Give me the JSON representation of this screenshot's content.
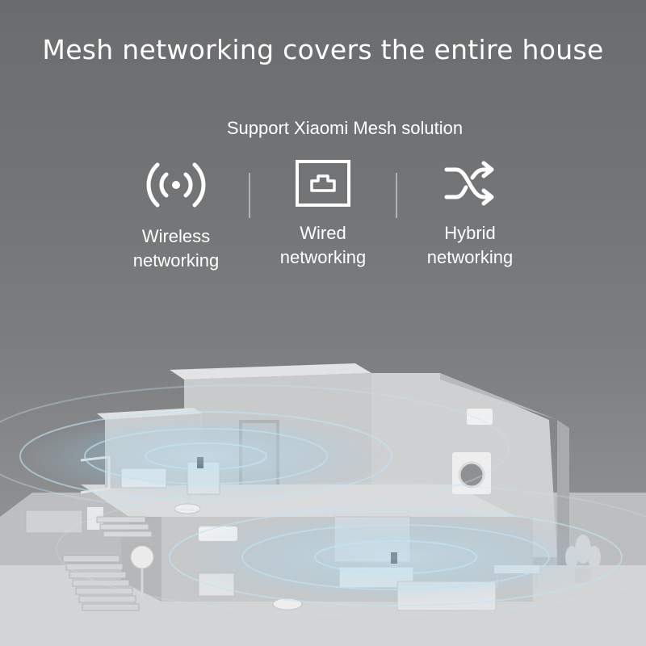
{
  "headline": "Mesh networking covers the entire house",
  "subheadline": "Support Xiaomi Mesh solution",
  "features": [
    {
      "icon": "wireless-signal-icon",
      "label": "Wireless\nnetworking"
    },
    {
      "icon": "ethernet-port-icon",
      "label": "Wired\nnetworking"
    },
    {
      "icon": "hybrid-shuffle-icon",
      "label": "Hybrid\nnetworking"
    }
  ],
  "colors": {
    "text": "#ffffff",
    "signal_wave": "#bfe4f6",
    "background_top": "#6a6c6e",
    "background_bottom": "#a2a4a6"
  }
}
